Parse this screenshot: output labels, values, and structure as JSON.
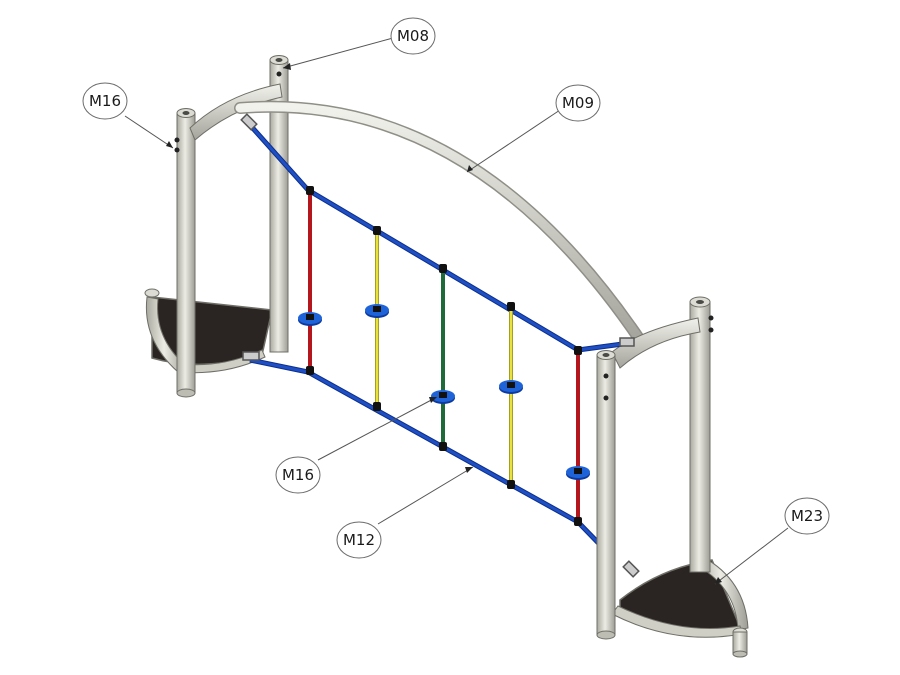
{
  "diagram": {
    "callouts": [
      {
        "id": "m08-top",
        "text": "M08"
      },
      {
        "id": "m16-left",
        "text": "M16"
      },
      {
        "id": "m09",
        "text": "M09"
      },
      {
        "id": "m16-bottom",
        "text": "M16"
      },
      {
        "id": "m12",
        "text": "M12"
      },
      {
        "id": "m23",
        "text": "M23"
      }
    ]
  },
  "colors": {
    "post": "#d6d6cc",
    "post_edge": "#6f6f68",
    "rope": "#1f4fc4",
    "rope_dark": "#0d2f8a",
    "red_rope": "#b3171d",
    "yellow_rope": "#e8e23a",
    "green_rope": "#1f6a3a",
    "disc": "#1f63d8",
    "platform": "#2a2522",
    "leader": "#555555"
  }
}
